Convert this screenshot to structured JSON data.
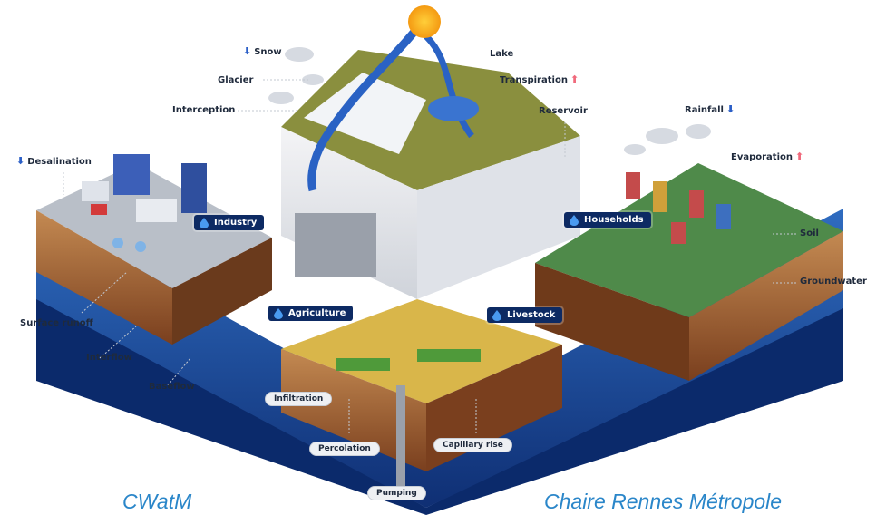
{
  "labels": {
    "snow": "Snow",
    "glacier": "Glacier",
    "interception": "Interception",
    "lake": "Lake",
    "transpiration": "Transpiration",
    "reservoir": "Reservoir",
    "rainfall": "Rainfall",
    "evaporation": "Evaporation",
    "desalination": "Desalination",
    "soil": "Soil",
    "groundwater": "Groundwater",
    "surface_runoff": "Surface runoff",
    "interflow": "Interflow",
    "baseflow": "Baseflow",
    "infiltration": "Infiltration",
    "percolation": "Percolation",
    "capillary_rise": "Capillary rise",
    "pumping": "Pumping"
  },
  "badges": {
    "industry": "Industry",
    "households": "Households",
    "agriculture": "Agriculture",
    "livestock": "Livestock"
  },
  "footer": {
    "left": "CWatM",
    "right": "Chaire Rennes Métropole"
  },
  "colors": {
    "badge_bg": "#0d2a63",
    "arrow_up": "#f06a7c",
    "arrow_down": "#2b5fc7",
    "footer_text": "#2a86c9",
    "water": "#1c4fa0",
    "soil": "#9a5a2e"
  }
}
